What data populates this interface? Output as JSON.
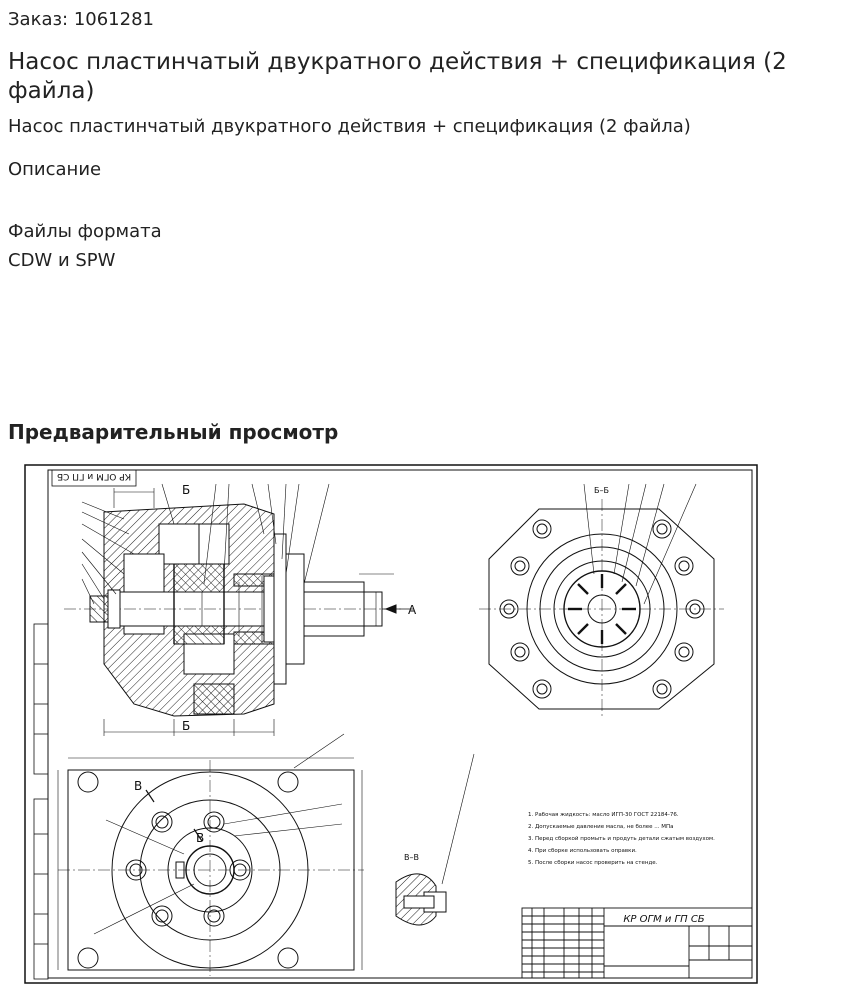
{
  "order": {
    "text": "Заказ: 1061281"
  },
  "page": {
    "title": "Насос пластинчатый двукратного действия + спецификация (2 файла)",
    "subtitle": "Насос пластинчатый двукратного действия + спецификация (2 файла)"
  },
  "description": {
    "heading": "Описание",
    "line1": "Файлы формата",
    "line2": "CDW и SPW"
  },
  "preview": {
    "heading": "Предварительный просмотр",
    "drawing": {
      "stamp_code": "КР ОГМ и ГП СБ",
      "stamp_code_rotated": "КР ОГМ и ГП СБ",
      "view_label_b": "Б",
      "view_label_a": "А",
      "view_label_v": "В",
      "section_label_bb": "Б–Б",
      "section_label_vv": "В–В",
      "notes": [
        "1. Рабочая жидкость: масло ИГП-30 ГОСТ 22184-76.",
        "2. Допускаемые давление масла, не более ... МПа",
        "3. Перед сборкой промыть и продуть детали сжатым воздухом.",
        "4. При сборке использовать оправки.",
        "5. После сборки насос проверить на стенде."
      ]
    }
  }
}
